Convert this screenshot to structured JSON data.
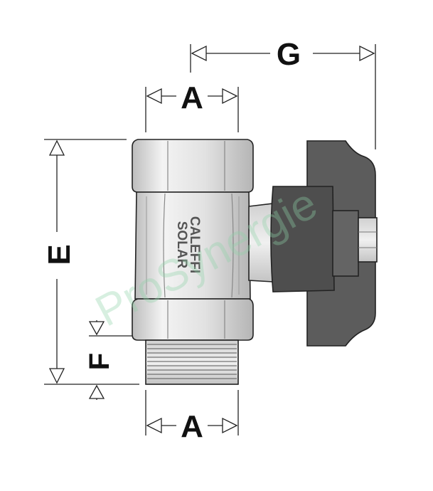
{
  "labels": {
    "A_top": "A",
    "A_bottom": "A",
    "G": "G",
    "E": "E",
    "F": "F"
  },
  "brand": {
    "line1": "CALEFFI",
    "line2": "SOLAR"
  },
  "watermark": "ProSynergie",
  "colors": {
    "line": "#222222",
    "body_light": "#e6e6e6",
    "body_mid": "#c9c9c9",
    "handle": "#5a5a5a",
    "handle_dark": "#4a4a4a"
  }
}
